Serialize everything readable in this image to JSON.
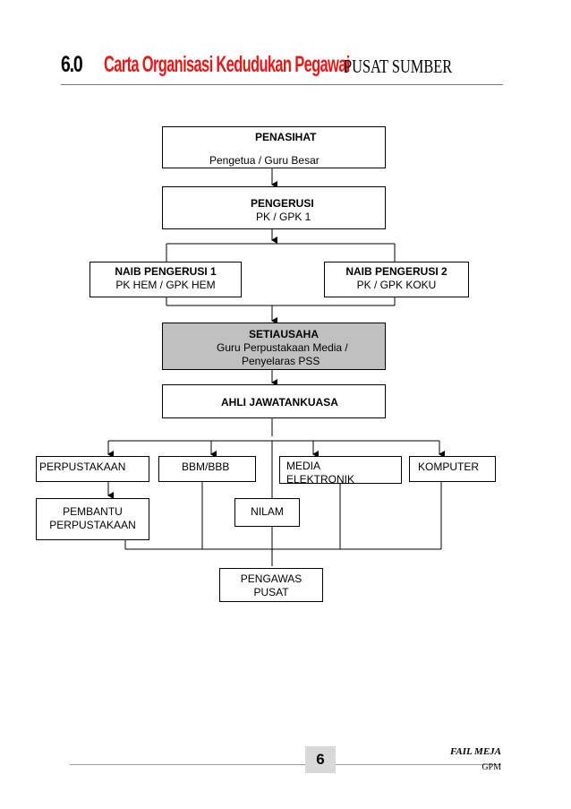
{
  "header": {
    "number": "6.0",
    "title": "Carta Organisasi Kedudukan Pegawai",
    "subtitle": "PUSAT SUMBER",
    "title_color": "#e21a1a"
  },
  "chart": {
    "penasihat": {
      "title": "PENASIHAT",
      "line1": "Pengetua / Guru Besar"
    },
    "pengerusi": {
      "title": "PENGERUSI",
      "line1": "PK / GPK 1"
    },
    "naib1": {
      "title": "NAIB PENGERUSI 1",
      "line1": "PK HEM / GPK HEM"
    },
    "naib2": {
      "title": "NAIB PENGERUSI 2",
      "line1": "PK / GPK KOKU"
    },
    "setiausaha": {
      "title": "SETIAUSAHA",
      "line1": "Guru Perpustakaan Media /",
      "line2": "Penyelaras PSS",
      "fill": "#c0c0c0"
    },
    "ajk": {
      "title": "AHLI JAWATANKUASA"
    },
    "perpustakaan": {
      "label": "PERPUSTAKAAN"
    },
    "bbm": {
      "label": "BBM/BBB"
    },
    "media": {
      "line1": "MEDIA",
      "line2": "ELEKTRONIK"
    },
    "komputer": {
      "label": "KOMPUTER"
    },
    "pembantu": {
      "line1": "PEMBANTU",
      "line2": "PERPUSTAKAAN"
    },
    "nilam": {
      "label": "NILAM"
    },
    "pengawas": {
      "line1": "PENGAWAS",
      "line2": "PUSAT"
    }
  },
  "footer": {
    "page_number": "6",
    "file_label": "FAIL MEJA",
    "author": "GPM"
  }
}
